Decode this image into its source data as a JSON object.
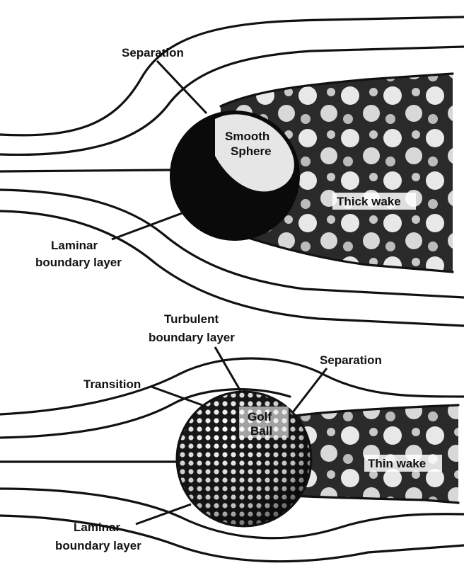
{
  "top_panel": {
    "separation_label": "Separation",
    "sphere_label_line1": "Smooth",
    "sphere_label_line2": "Sphere",
    "wake_label": "Thick wake",
    "laminar_label_line1": "Laminar",
    "laminar_label_line2": "boundary layer"
  },
  "bottom_panel": {
    "turbulent_label_line1": "Turbulent",
    "turbulent_label_line2": "boundary layer",
    "transition_label": "Transition",
    "separation_label": "Separation",
    "ball_label_line1": "Golf",
    "ball_label_line2": "Ball",
    "wake_label": "Thin wake",
    "laminar_label_line1": "Laminar",
    "laminar_label_line2": "boundary layer"
  }
}
